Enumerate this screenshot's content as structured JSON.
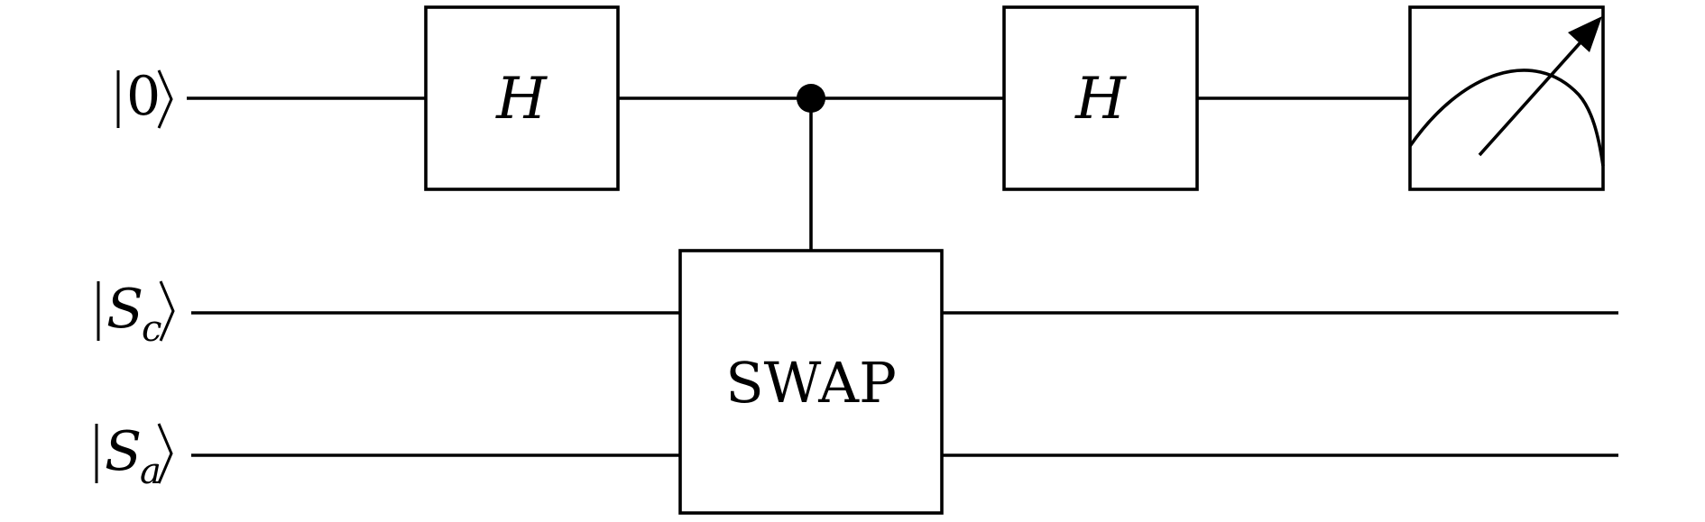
{
  "circuit": {
    "qubits": [
      {
        "symbol": "0",
        "subscript": ""
      },
      {
        "symbol": "S",
        "subscript": "c"
      },
      {
        "symbol": "S",
        "subscript": "a"
      }
    ],
    "gates": {
      "h1": "H",
      "h2": "H",
      "swap": "SWAP"
    },
    "measurement_icon": "meter-icon",
    "control_icon": "control-dot-icon",
    "colors": {
      "stroke": "#000000",
      "background": "#ffffff"
    }
  }
}
